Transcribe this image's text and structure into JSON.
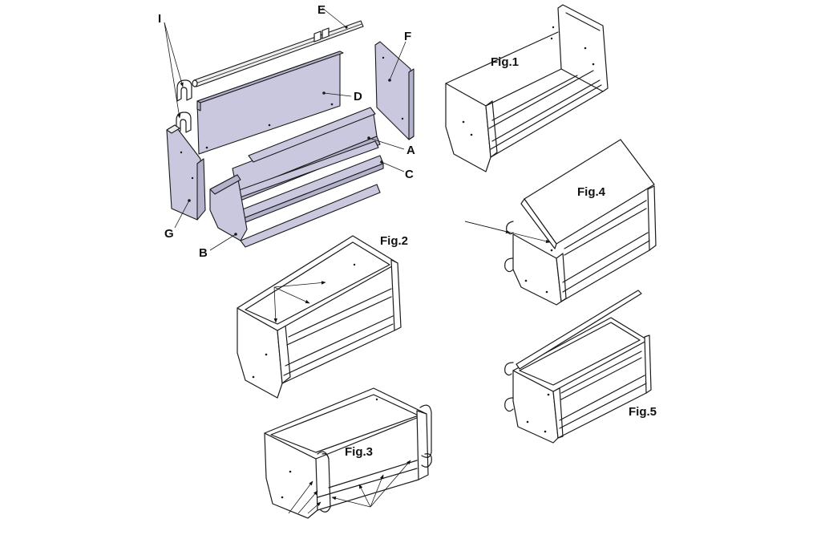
{
  "diagram": {
    "part_labels": {
      "A": "A",
      "B": "B",
      "C": "C",
      "D": "D",
      "E": "E",
      "F": "F",
      "G": "G",
      "I": "I"
    },
    "figure_labels": {
      "fig1": "Fig.1",
      "fig2": "Fig.2",
      "fig3": "Fig.3",
      "fig4": "Fig.4",
      "fig5": "Fig.5"
    },
    "colors": {
      "panel": "#c9c8de",
      "line": "#1a1a1a",
      "background": "#ffffff"
    }
  }
}
